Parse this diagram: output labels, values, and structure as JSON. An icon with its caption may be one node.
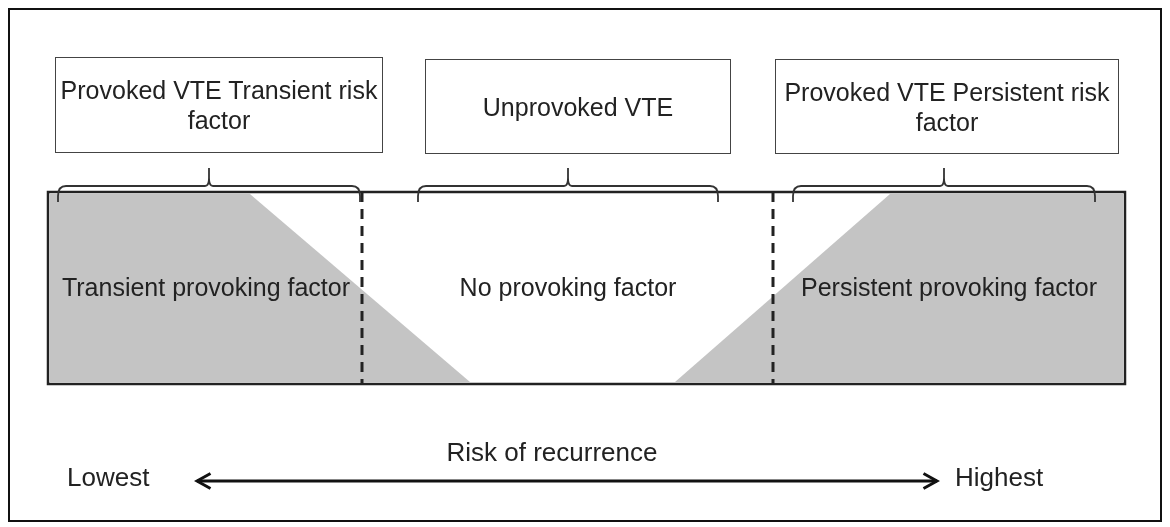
{
  "diagram": {
    "nodes": [
      {
        "text": [
          "Provoked VTE Transient risk factor"
        ]
      },
      {
        "text": [
          "Unprovoked VTE"
        ]
      },
      {
        "text": [
          "Provoked VTE Persistent risk factor"
        ]
      },
      {
        "text": [
          "Transient provoking factor"
        ]
      },
      {
        "text": [
          "No provoking factor"
        ]
      },
      {
        "text": [
          "Persistent provoking factor"
        ]
      },
      {
        "text": [
          "Lowest"
        ]
      },
      {
        "text": [
          "Highest"
        ]
      }
    ],
    "edges": [
      {
        "from": 6,
        "to": 7,
        "arrow": "both",
        "label": "Risk of recurrence"
      }
    ]
  }
}
